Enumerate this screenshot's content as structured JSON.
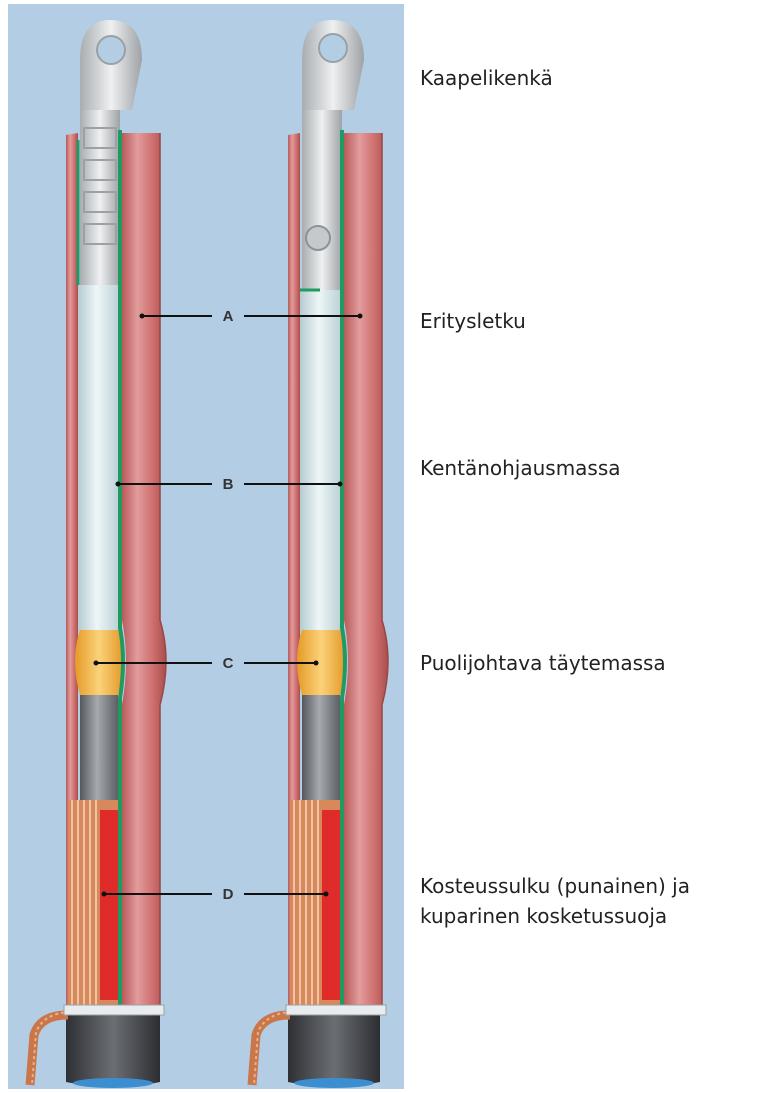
{
  "labels": {
    "lug": "Kaapelikenkä",
    "insulation_tube": "Eritysletku",
    "stress_control": "Kentänohjausmassa",
    "semicon_filler": "Puolijohtava täytemassa",
    "moisture_seal_line1": "Kosteussulku (punainen) ja",
    "moisture_seal_line2": "kuparinen kosketussuoja"
  },
  "markers": [
    "A",
    "B",
    "C",
    "D"
  ],
  "colors": {
    "background_panel": "#b3cde5",
    "outer_tube": "#cf6f6f",
    "outer_tube_highlight": "#e29c9c",
    "stress_control_green": "#1f9b62",
    "insulation": "#cfe1e4",
    "semicon_yellow": "#f2b443",
    "cable_grey": "#7a7d82",
    "moisture_seal_red": "#e02b2b",
    "copper": "#d8895b",
    "lug_silver": "#d3d6d8",
    "cable_jacket": "#4a4c50"
  },
  "icons": [
    "termination-left",
    "termination-right"
  ]
}
